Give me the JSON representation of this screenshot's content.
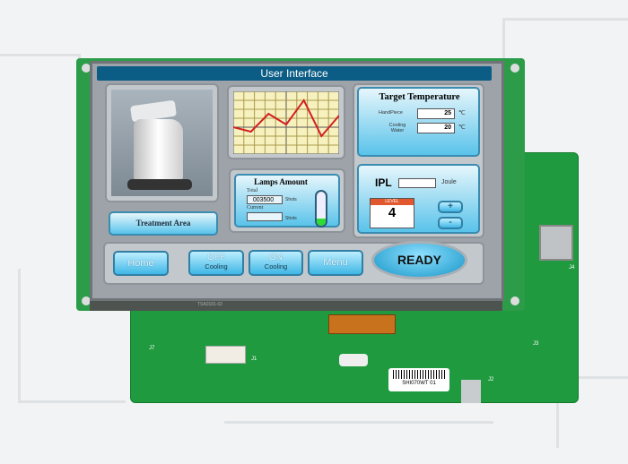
{
  "screen": {
    "title": "User Interface",
    "treatment_area_label": "Treatment Area",
    "target_temperature": {
      "title": "Target Temperature",
      "handpiece_label": "HandPiece",
      "handpiece_value": "25",
      "cooling_label": "Cooling Water",
      "cooling_value": "20",
      "unit": "℃"
    },
    "lamps": {
      "title": "Lamps Amount",
      "total_label": "Total",
      "total_value": "003500",
      "shots_label": "Shots",
      "current_label": "Current",
      "current_value": "",
      "level_fraction": 0.2
    },
    "ipl": {
      "label": "IPL",
      "value": "",
      "unit": "Joule",
      "level_label": "LEVEL",
      "level_value": "4",
      "plus_label": "+",
      "minus_label": "-"
    },
    "buttons": {
      "home": "Home",
      "off_top": "OFF",
      "off_bottom": "Cooling",
      "on_top": "ON",
      "on_bottom": "Cooling",
      "menu": "Menu",
      "ready": "READY"
    },
    "chart_data": {
      "type": "line",
      "values": [
        3,
        2.5,
        4.5,
        3.3,
        6,
        2,
        4.3
      ]
    }
  },
  "board": {
    "label_j1": "J1",
    "label_j2": "J2",
    "label_j3": "J3",
    "label_j4": "J4",
    "label_j7": "J7",
    "panel_code": "TSA0181-02",
    "sticker_text": "SHI070WT 01"
  },
  "colors": {
    "pcb": "#1f9a3e",
    "title_bar": "#0c5d86",
    "accent": "#3fb7e6"
  }
}
